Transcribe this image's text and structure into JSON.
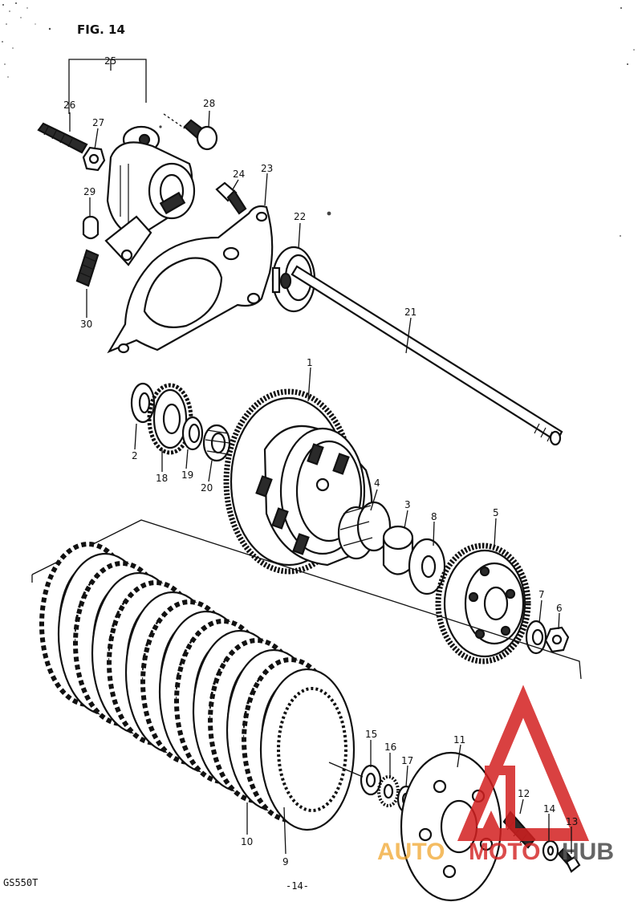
{
  "figure": {
    "title": "FIG. 14",
    "model_code": "GS550T",
    "page_number": "-14-"
  },
  "watermark": {
    "text_left": "AUTO",
    "text_mid": "MOTO",
    "text_right": "HUB",
    "colors": {
      "red": "#d32020",
      "orange": "#f0a020",
      "grey": "#555555"
    }
  },
  "callouts": {
    "c1": "1",
    "c2": "2",
    "c3": "3",
    "c4": "4",
    "c5": "5",
    "c6": "6",
    "c7": "7",
    "c8": "8",
    "c9": "9",
    "c10": "10",
    "c11": "11",
    "c12": "12",
    "c13": "13",
    "c14": "14",
    "c15": "15",
    "c16": "16",
    "c17": "17",
    "c18": "18",
    "c19": "19",
    "c20": "20",
    "c21": "21",
    "c22": "22",
    "c23": "23",
    "c24": "24",
    "c25": "25",
    "c26": "26",
    "c27": "27",
    "c28": "28",
    "c29": "29",
    "c30": "30"
  }
}
